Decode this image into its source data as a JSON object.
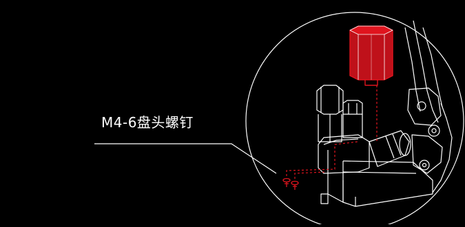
{
  "callout": {
    "label": "M4-6盘头螺钉"
  },
  "colors": {
    "background": "#000000",
    "line": "#ffffff",
    "highlight": "#e0141e"
  },
  "icons": {
    "main": "mechanical-assembly-illustration",
    "highlight_part": "cylindrical-knob",
    "screws": "pan-head-screw"
  }
}
